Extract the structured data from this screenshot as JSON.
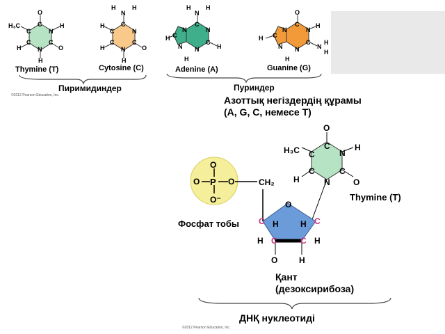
{
  "bases": {
    "thymine_label": "Thymine (T)",
    "cytosine_label": "Cytosine (C)",
    "adenine_label": "Adenine (A)",
    "guanine_label": "Guanine (G)",
    "pyrimidines_label": "Пиримидиндер",
    "purines_label": "Пуриндер",
    "bases_caption_line1": "Азоттық негіздердің құрамы",
    "bases_caption_line2": "(A, G, C, немесе T)",
    "colors": {
      "thymine": "#b6e3c4",
      "cytosine": "#f8c98a",
      "adenine": "#3fae8a",
      "guanine": "#f29a3a",
      "phosphate": "#f5ee9a",
      "sugar": "#6b9bd8"
    }
  },
  "nucleotide": {
    "thymine_label": "Thymine (T)",
    "phosphate_label": "Фосфат тобы",
    "sugar_label_line1": "Қант",
    "sugar_label_line2": "(дезоксирибоза)",
    "nucleotide_label": "ДНҚ нуклеотиді"
  },
  "atoms": {
    "O": "O",
    "N": "N",
    "C": "C",
    "H": "H",
    "P": "P",
    "H3C": "H₃C",
    "CH2": "CH₂",
    "O_minus": "O⁻"
  },
  "copyright_small": "©2012 Pearson Education, Inc."
}
